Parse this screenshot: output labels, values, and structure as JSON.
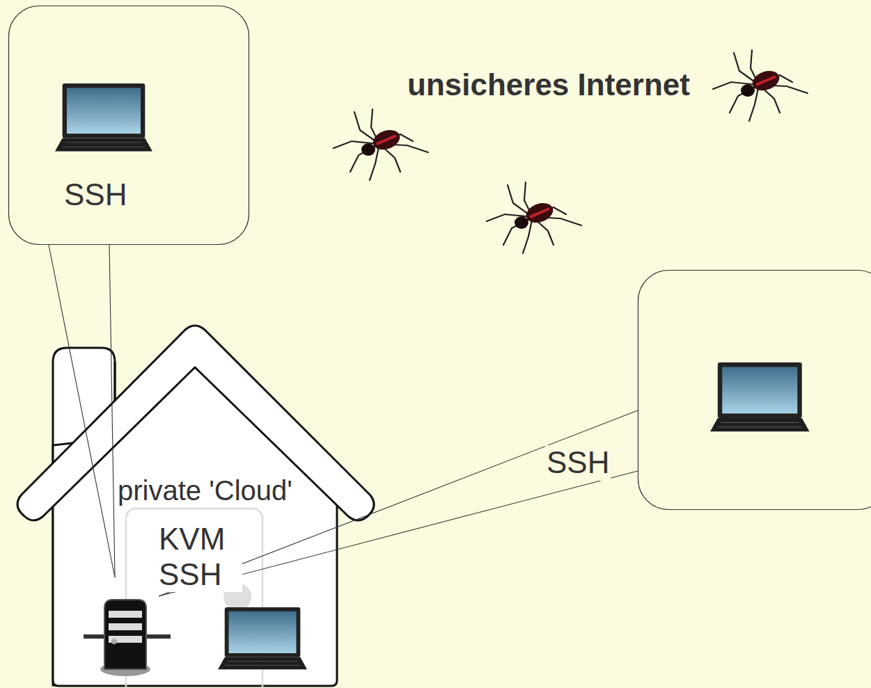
{
  "diagram": {
    "title": "unsicheres Internet",
    "nodes": [
      {
        "text": [
          "SSH"
        ]
      },
      {
        "text": [
          "SSH"
        ]
      },
      {
        "text": [
          "private 'Cloud'"
        ]
      },
      {
        "text": [
          "KVM SSH"
        ],
        "in": 2
      }
    ]
  }
}
